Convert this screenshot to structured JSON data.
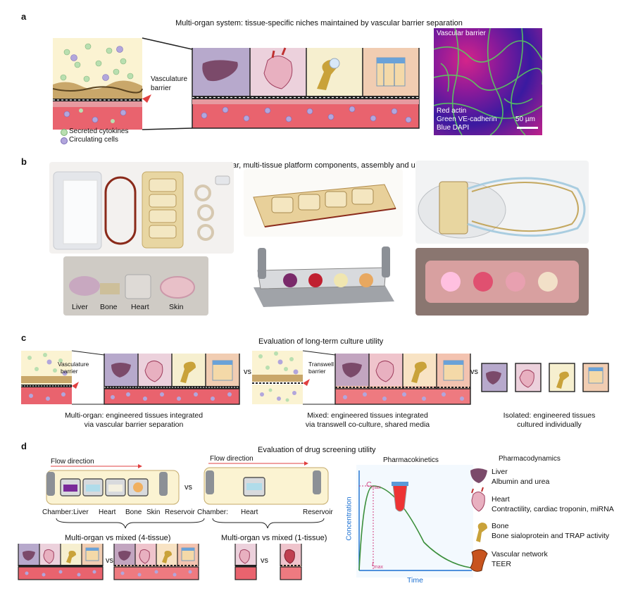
{
  "colors": {
    "liver": "#b7a9cc",
    "heart": "#ecd1dc",
    "bone": "#f6efcf",
    "skin": "#f1cdb2",
    "vascular": "#e9636e",
    "cytokine": "#b9dfb0",
    "cell": "#b2a6dc",
    "arrow": "#e04040",
    "curve": "#3b8f3b",
    "axis": "#1a6fd1"
  },
  "panel_a": {
    "label": "a",
    "title": "Multi-organ system: tissue-specific niches maintained by vascular barrier separation",
    "barrier_label_1": "Vasculature",
    "barrier_label_2": "barrier",
    "legend_cytokines": "Secreted cytokines",
    "legend_cells": "Circulating cells",
    "micro_title": "Vascular barrier",
    "micro_line1": "Red actin",
    "micro_line2": "Green VE-cadherin",
    "micro_line3": "Blue DAPI",
    "scale": "50 µm"
  },
  "panel_b": {
    "label": "b",
    "title": "Modular, multi-tissue platform components, assembly and use",
    "tissues": [
      "Liver",
      "Bone",
      "Heart",
      "Skin"
    ]
  },
  "panel_c": {
    "label": "c",
    "title": "Evaluation of long-term culture utility",
    "barrier_1a": "Vasculature",
    "barrier_1b": "barrier",
    "barrier_2a": "Transwell",
    "barrier_2b": "barrier",
    "vs": "vs",
    "cap1_l1": "Multi-organ: engineered tissues integrated",
    "cap1_l2": "via vascular barrier separation",
    "cap2_l1": "Mixed: engineered tissues integrated",
    "cap2_l2": "via transwell co-culture, shared media",
    "cap3_l1": "Isolated: engineered tissues",
    "cap3_l2": "cultured individually"
  },
  "panel_d": {
    "label": "d",
    "title": "Evaluation of drug screening utility",
    "flow": "Flow direction",
    "chamber": "Chamber:",
    "chambers4": [
      "Liver",
      "Heart",
      "Bone",
      "Skin",
      "Reservoir"
    ],
    "chambers1": [
      "Heart",
      "Reservoir"
    ],
    "vs": "vs",
    "compare4": "Multi-organ vs mixed (4-tissue)",
    "compare1": "Multi-organ vs mixed (1-tissue)",
    "pk_title": "Pharmacokinetics",
    "cmax": "C",
    "cmax_sub": "max",
    "tmax": "t",
    "tmax_sub": "max",
    "ylabel": "Concentration",
    "xlabel": "Time",
    "pd_title": "Pharmacodynamics",
    "pd": [
      {
        "name": "Liver",
        "readout": "Albumin and urea"
      },
      {
        "name": "Heart",
        "readout": "Contractility, cardiac troponin, miRNA"
      },
      {
        "name": "Bone",
        "readout": "Bone sialoprotein and TRAP activity"
      },
      {
        "name": "Vascular network",
        "readout": "TEER"
      }
    ]
  }
}
